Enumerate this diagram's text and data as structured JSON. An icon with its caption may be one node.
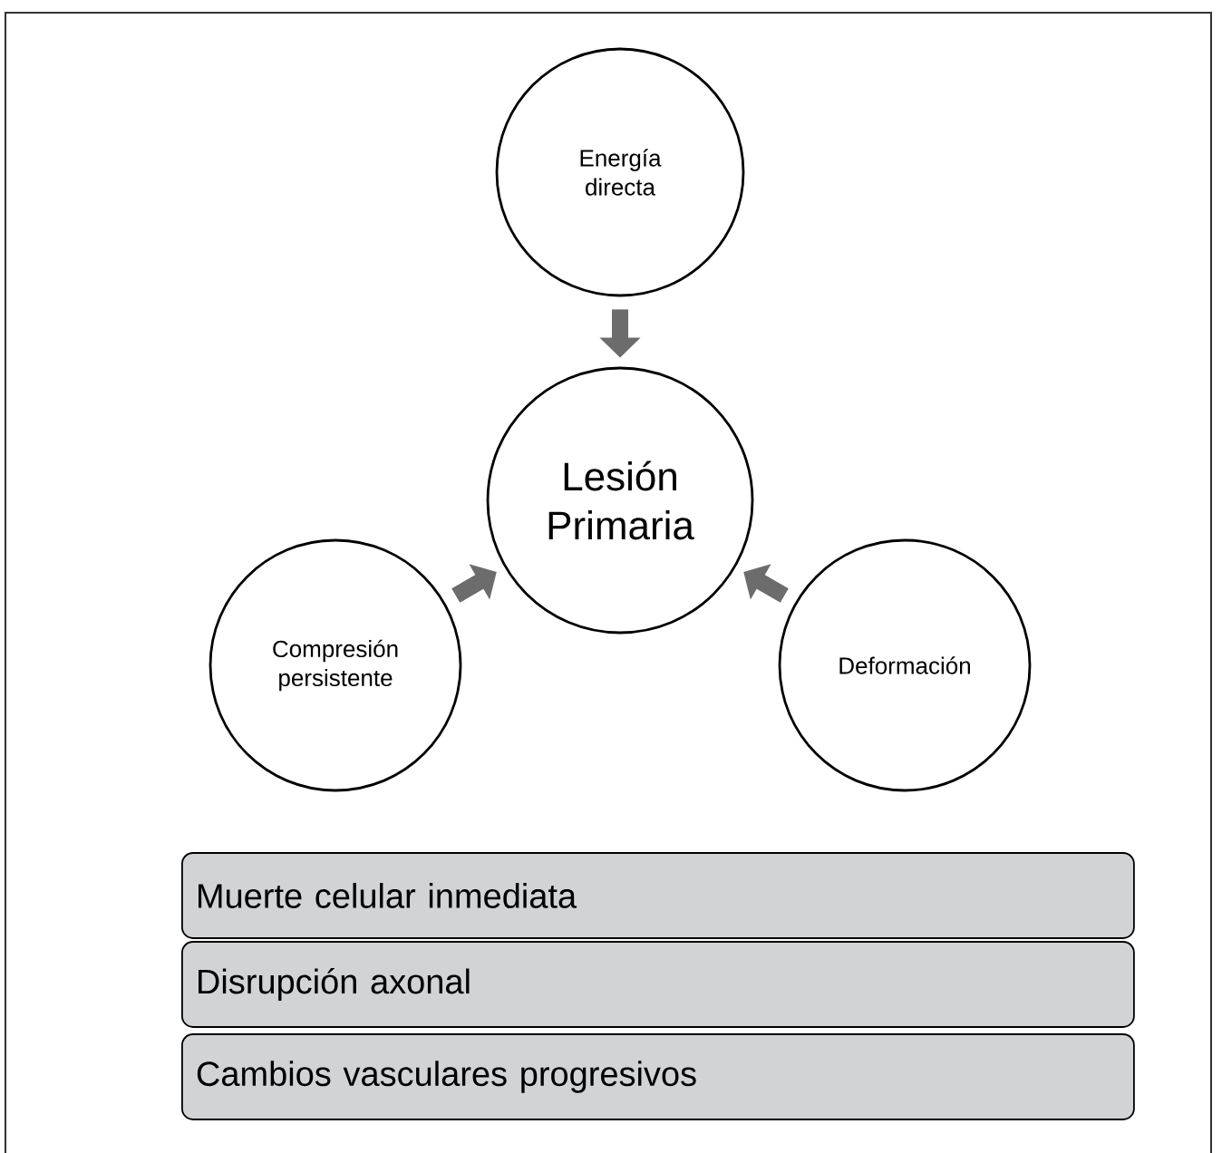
{
  "diagram": {
    "nodes": [
      {
        "text": [
          "Energía directa"
        ]
      },
      {
        "text": [
          "Lesión Primaria"
        ]
      },
      {
        "text": [
          "Compresión persistente"
        ]
      },
      {
        "text": [
          "Deformación"
        ]
      },
      {
        "text": [
          "Muerte celular inmediata"
        ]
      },
      {
        "text": [
          "Disrupción axonal"
        ]
      },
      {
        "text": [
          "Cambios vasculares progresivos"
        ]
      }
    ],
    "edges": [
      {
        "from": 0,
        "to": 1,
        "arrow": "to"
      },
      {
        "from": 2,
        "to": 1,
        "arrow": "to"
      },
      {
        "from": 3,
        "to": 1,
        "arrow": "to"
      }
    ]
  }
}
